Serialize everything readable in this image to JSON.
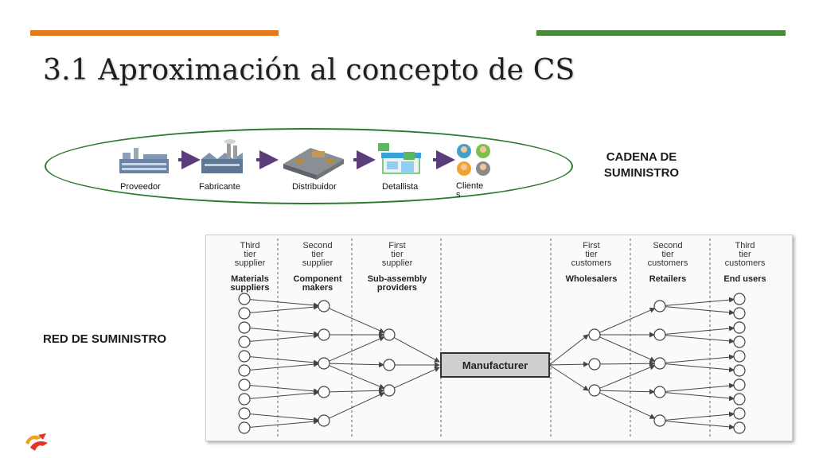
{
  "title": "3.1 Aproximación al concepto de CS",
  "colors": {
    "accent_orange": "#e57a1d",
    "accent_red": "#a02b3c",
    "accent_green": "#4b8a3b",
    "ellipse": "#2d7a2d",
    "arrow": "#5b3d7a"
  },
  "chain": {
    "stages": [
      {
        "label": "Proveedor",
        "icon": "supplier-factory-icon"
      },
      {
        "label": "Fabricante",
        "icon": "manufacturer-factory-icon"
      },
      {
        "label": "Distribuidor",
        "icon": "distribution-warehouse-icon"
      },
      {
        "label": "Detallista",
        "icon": "retail-store-icon"
      },
      {
        "label": "Cliente\ns",
        "icon": "customers-icon"
      }
    ],
    "side_label": "CADENA DE SUMINISTRO"
  },
  "network_label": "RED DE SUMINISTRO",
  "network": {
    "columns": [
      {
        "tier": "Third\ntier\nsupplier",
        "name": "Materials\nsuppliers"
      },
      {
        "tier": "Second\ntier\nsupplier",
        "name": "Component\nmakers"
      },
      {
        "tier": "First\ntier\nsupplier",
        "name": "Sub-assembly\nproviders"
      },
      {
        "tier": "",
        "name": ""
      },
      {
        "tier": "First\ntier\ncustomers",
        "name": "Wholesalers"
      },
      {
        "tier": "Second\ntier\ncustomers",
        "name": "Retailers"
      },
      {
        "tier": "Third\ntier\ncustomers",
        "name": "End users"
      }
    ],
    "center": "Manufacturer"
  }
}
